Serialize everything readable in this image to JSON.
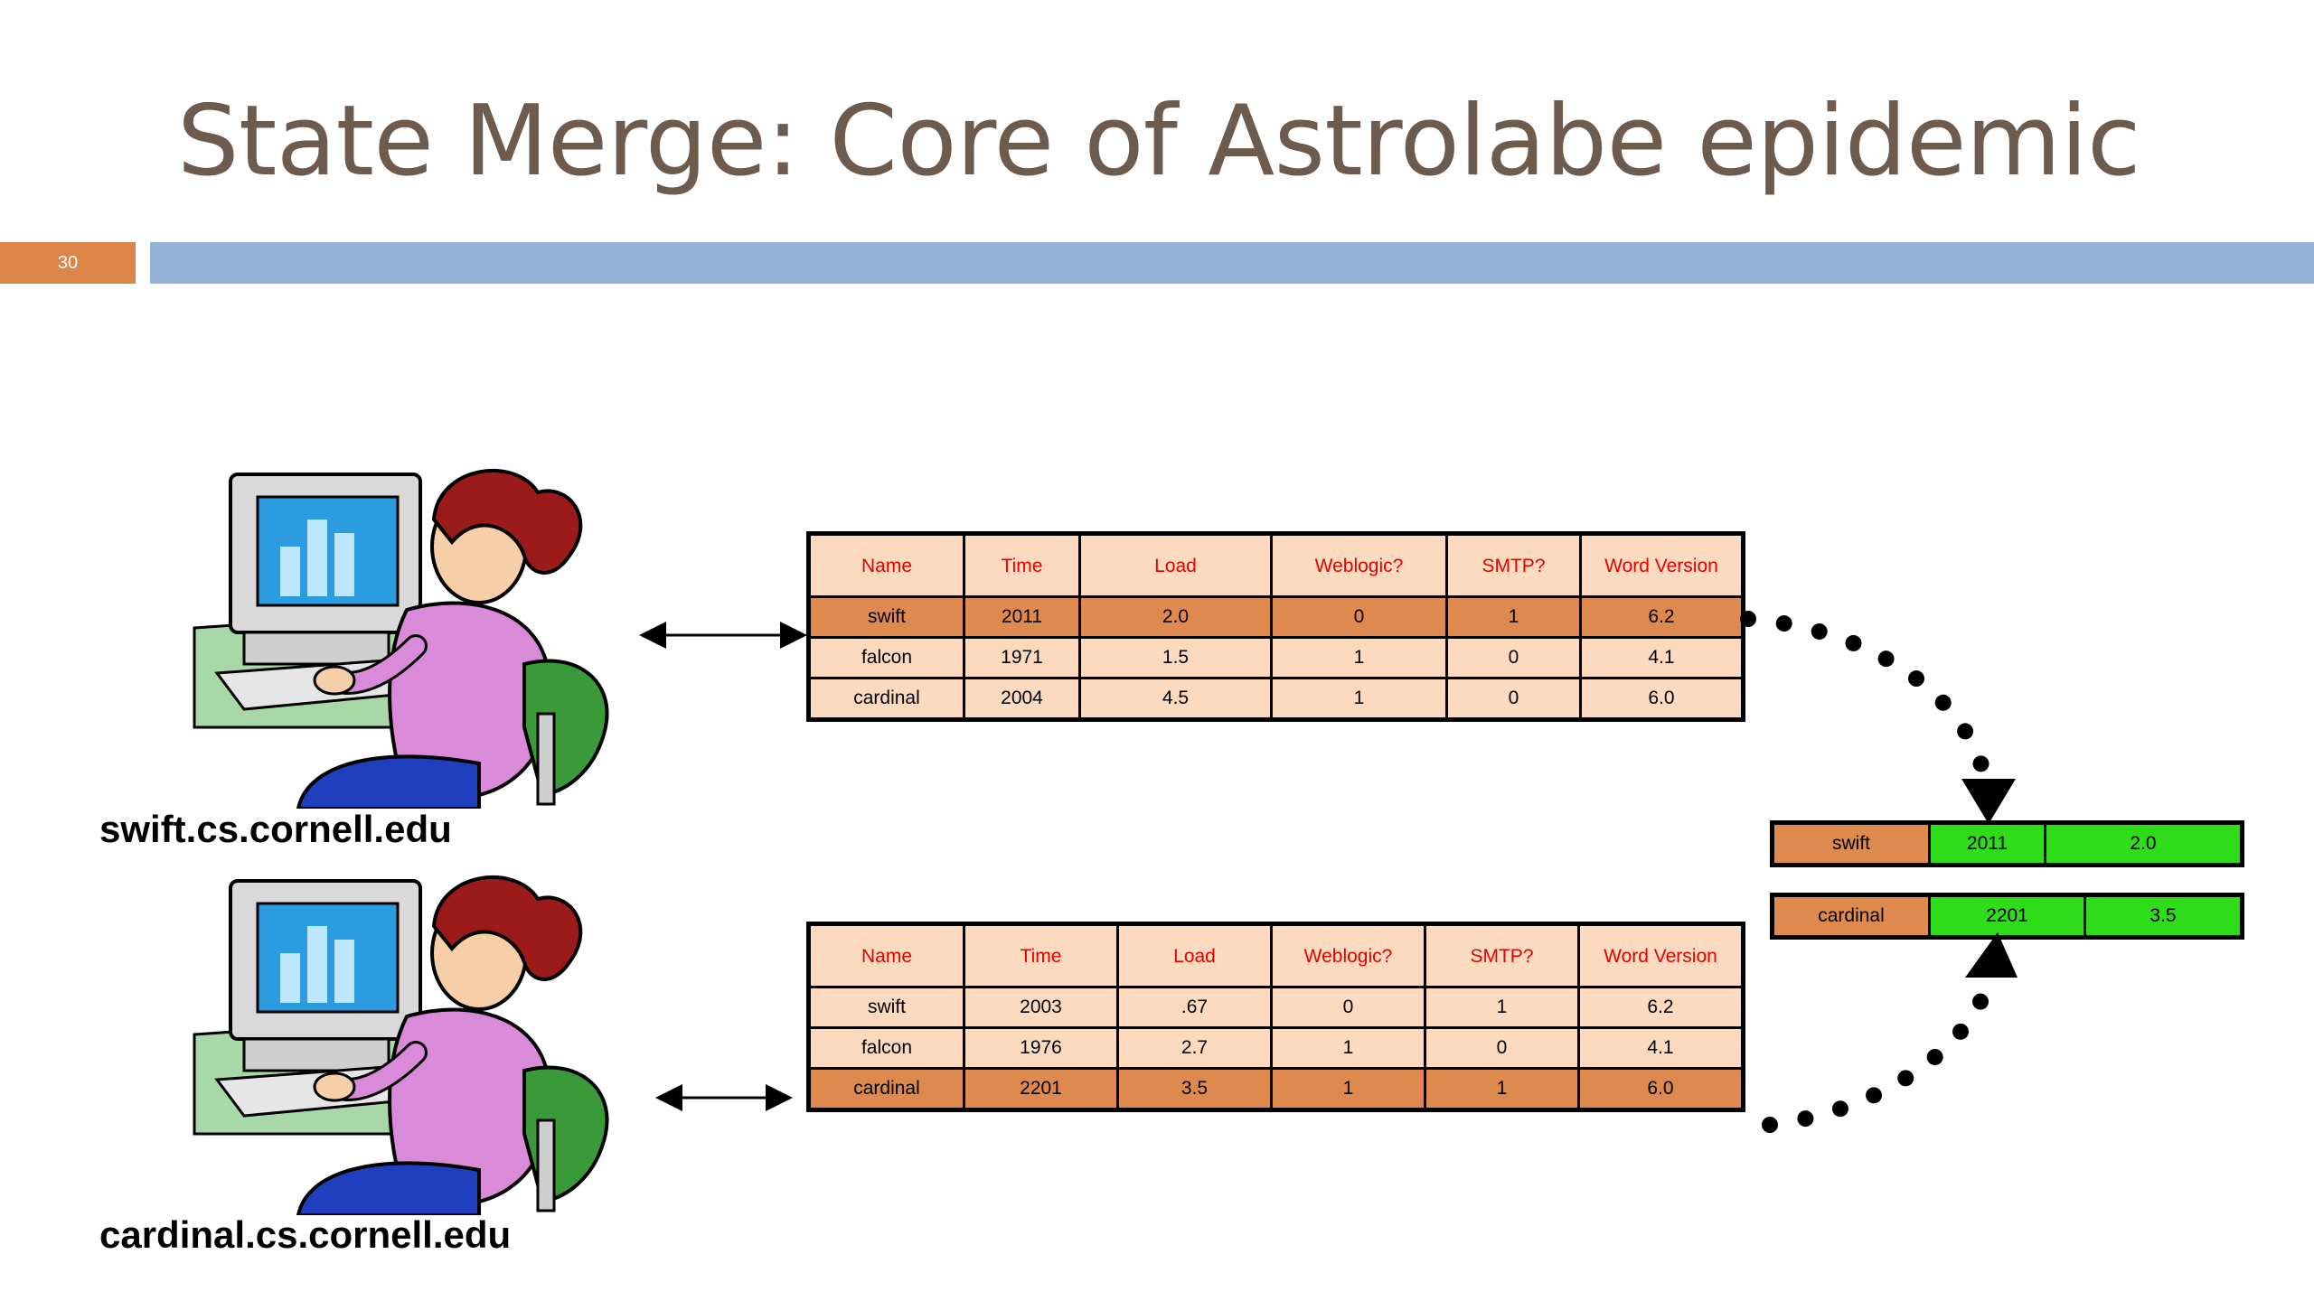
{
  "slide": {
    "title": "State Merge: Core of Astrolabe epidemic",
    "number": "30"
  },
  "hosts": [
    {
      "label": "swift.cs.cornell.edu"
    },
    {
      "label": "cardinal.cs.cornell.edu"
    }
  ],
  "tables": [
    {
      "headers": [
        "Name",
        "Time",
        "Load",
        "Weblogic?",
        "SMTP?",
        "Word Version"
      ],
      "rows": [
        [
          "swift",
          "2011",
          "2.0",
          "0",
          "1",
          "6.2"
        ],
        [
          "falcon",
          "1971",
          "1.5",
          "1",
          "0",
          "4.1"
        ],
        [
          "cardinal",
          "2004",
          "4.5",
          "1",
          "0",
          "6.0"
        ]
      ]
    },
    {
      "headers": [
        "Name",
        "Time",
        "Load",
        "Weblogic?",
        "SMTP?",
        "Word Version"
      ],
      "rows": [
        [
          "swift",
          "2003",
          ".67",
          "0",
          "1",
          "6.2"
        ],
        [
          "falcon",
          "1976",
          "2.7",
          "1",
          "0",
          "4.1"
        ],
        [
          "cardinal",
          "2201",
          "3.5",
          "1",
          "1",
          "6.0"
        ]
      ]
    }
  ],
  "merged": [
    [
      "swift",
      "2011",
      "2.0"
    ],
    [
      "cardinal",
      "2201",
      "3.5"
    ]
  ],
  "colors": {
    "title": "#6d5b4d",
    "slide_number_box": "#dd8448",
    "title_bar": "#95b3d7",
    "header_text": "#e60000",
    "row_fill": "#fbdac0",
    "row_highlight": "#de8a4f",
    "merged_value": "#2fdc1a"
  }
}
